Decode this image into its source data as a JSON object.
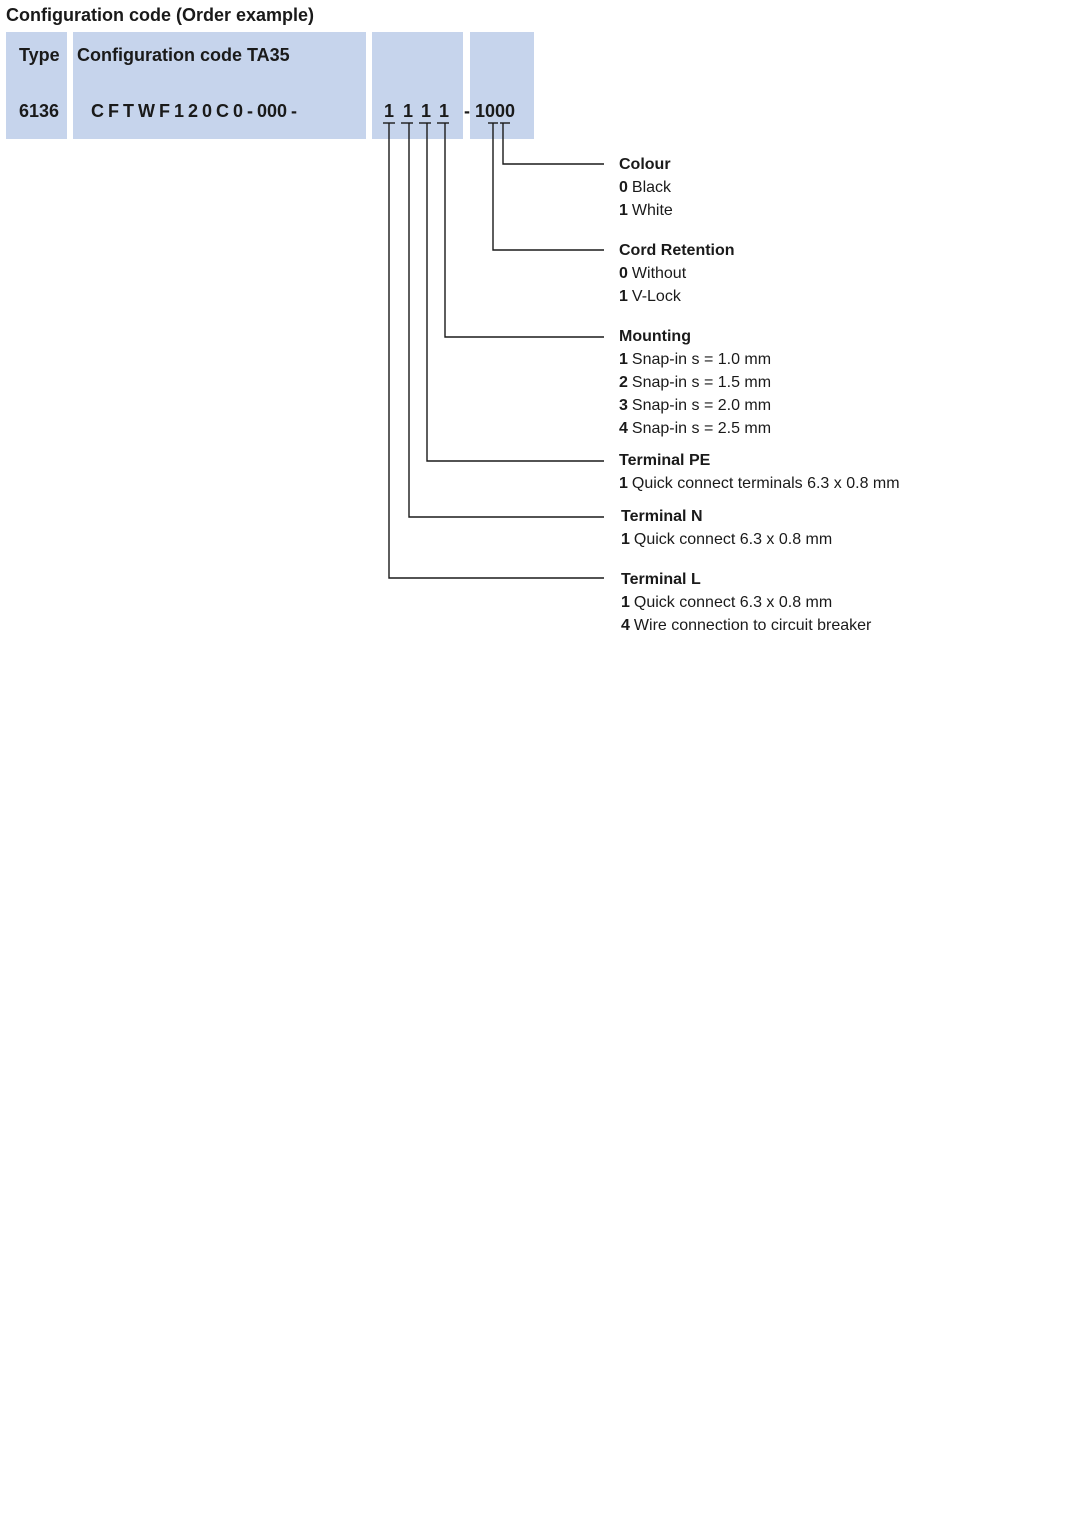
{
  "heading": "Configuration code (Order example)",
  "header": {
    "type_label": "Type",
    "config_label": "Configuration code TA35"
  },
  "code": {
    "type": "6136",
    "base": "C  F  T  W  F  1  2  0  C  0 - 000 -",
    "digits": [
      "1",
      "1",
      "1",
      "1"
    ],
    "suffix": "- 1000"
  },
  "line_color": "#1a1a1a",
  "cell_color": "#c6d4ec",
  "legend": [
    {
      "title": "Colour",
      "options": [
        {
          "code": "0",
          "text": "Black"
        },
        {
          "code": "1",
          "text": "White"
        }
      ]
    },
    {
      "title": "Cord Retention",
      "options": [
        {
          "code": "0",
          "text": "Without"
        },
        {
          "code": "1",
          "text": "V-Lock"
        }
      ]
    },
    {
      "title": "Mounting",
      "options": [
        {
          "code": "1",
          "text": "Snap-in s = 1.0 mm"
        },
        {
          "code": "2",
          "text": "Snap-in s = 1.5 mm"
        },
        {
          "code": "3",
          "text": "Snap-in s = 2.0 mm"
        },
        {
          "code": "4",
          "text": "Snap-in s = 2.5 mm"
        }
      ]
    },
    {
      "title": "Terminal PE",
      "options": [
        {
          "code": "1",
          "text": "Quick connect terminals 6.3 x 0.8 mm"
        }
      ]
    },
    {
      "title": "Terminal N",
      "options": [
        {
          "code": "1",
          "text": "Quick connect 6.3 x 0.8 mm"
        }
      ]
    },
    {
      "title": "Terminal L",
      "options": [
        {
          "code": "1",
          "text": "Quick connect 6.3 x 0.8 mm"
        },
        {
          "code": "4",
          "text": "Wire connection to circuit breaker"
        }
      ]
    }
  ]
}
